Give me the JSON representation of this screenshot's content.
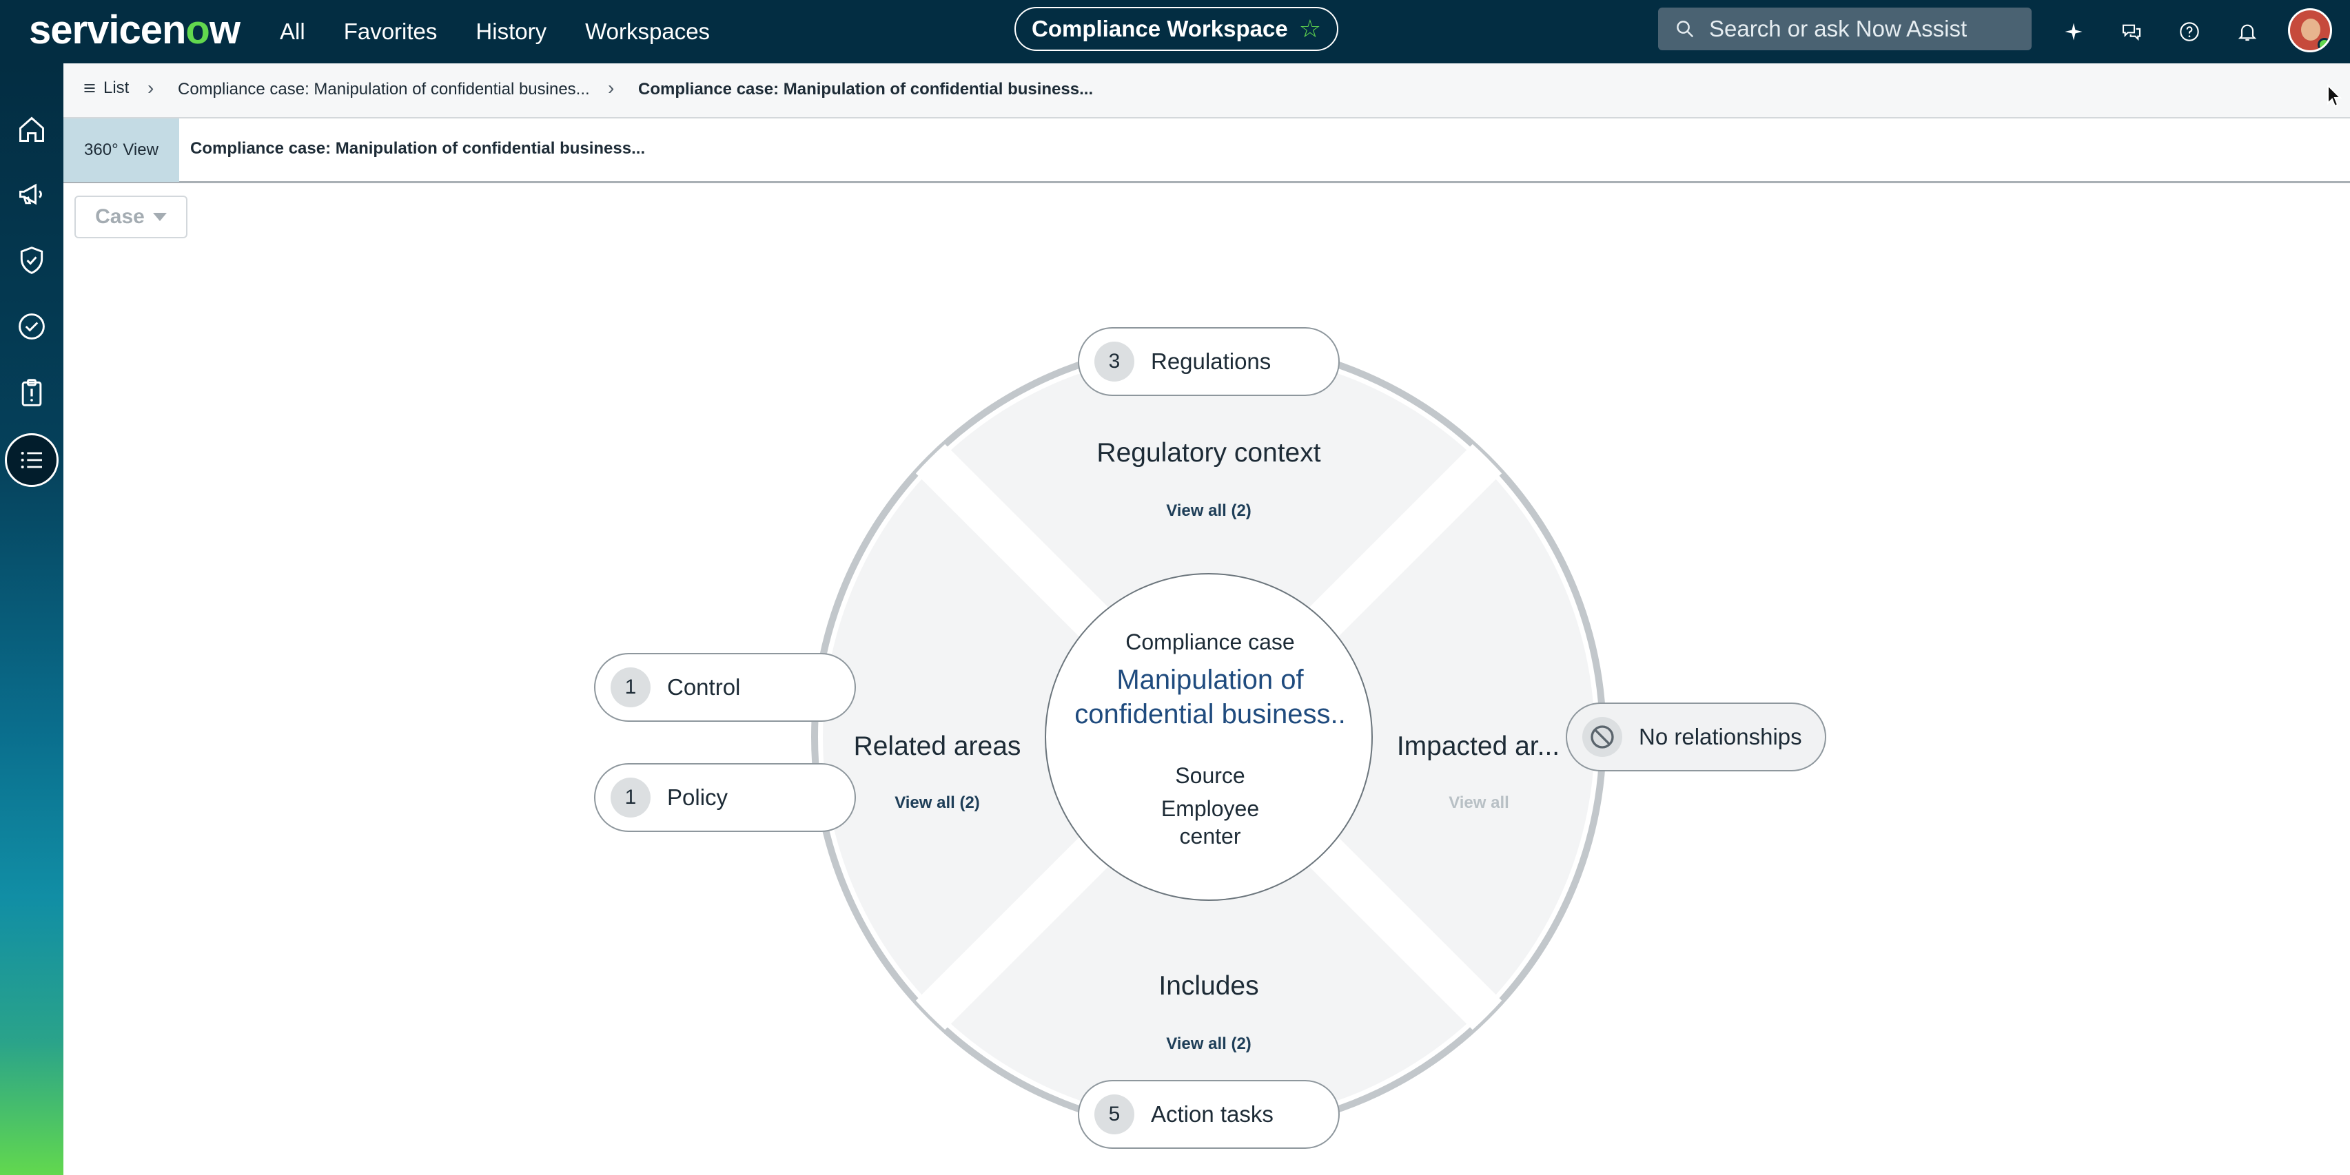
{
  "app": {
    "logo_text": "servicenow",
    "nav": [
      "All",
      "Favorites",
      "History",
      "Workspaces"
    ],
    "workspace_title": "Compliance Workspace",
    "search_placeholder": "Search or ask Now Assist"
  },
  "breadcrumb": {
    "list_label": "List",
    "items": [
      "Compliance case: Manipulation of confidential busines...",
      "Compliance case: Manipulation of confidential business..."
    ]
  },
  "tabs": {
    "view_tab": "360° View",
    "record_tab": "Compliance case: Manipulation of confidential business..."
  },
  "case_dropdown": {
    "label": "Case"
  },
  "diagram": {
    "center": {
      "type": "Compliance case",
      "name": "Manipulation of confidential business..",
      "source_label": "Source",
      "source_value": "Employee center"
    },
    "quadrants": {
      "top": {
        "title": "Regulatory context",
        "view_all": "View all (2)"
      },
      "left": {
        "title": "Related areas",
        "view_all": "View all (2)"
      },
      "right": {
        "title": "Impacted ar...",
        "view_all": "View all"
      },
      "bottom": {
        "title": "Includes",
        "view_all": "View all (2)"
      }
    },
    "pills": {
      "regulations": {
        "count": "3",
        "label": "Regulations"
      },
      "control": {
        "count": "1",
        "label": "Control"
      },
      "policy": {
        "count": "1",
        "label": "Policy"
      },
      "no_relationships": {
        "label": "No relationships"
      },
      "action_tasks": {
        "count": "5",
        "label": "Action tasks"
      }
    }
  },
  "colors": {
    "header_bg": "#032d42",
    "accent_green": "#62d84e",
    "link": "#1e3e58",
    "center_name": "#1f4b7e"
  }
}
